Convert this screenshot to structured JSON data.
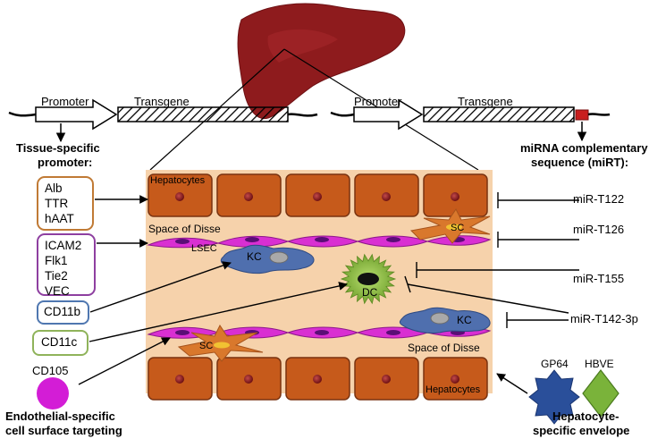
{
  "constructs": {
    "left": {
      "promoter_label": "Promoter",
      "transgene_label": "Transgene",
      "caption_line1": "Tissue-specific",
      "caption_line2": "promoter:"
    },
    "right": {
      "promoter_label": "Promoter",
      "transgene_label": "Transgene",
      "caption_line1": "miRNA complementary",
      "caption_line2": "sequence (miRT):"
    }
  },
  "tissue": {
    "hepatocytes_top": "Hepatocytes",
    "hepatocytes_bottom": "Hepatocytes",
    "space_of_disse_top": "Space of Disse",
    "space_of_disse_bottom": "Space of Disse",
    "cells": {
      "lsec": "LSEC",
      "kc_top": "KC",
      "kc_bottom": "KC",
      "dc": "DC",
      "sc_top": "SC",
      "sc_bottom": "SC"
    }
  },
  "promoters": {
    "hepatocyte": [
      "Alb",
      "TTR",
      "hAAT"
    ],
    "endothelial": [
      "ICAM2",
      "Flk1",
      "Tie2",
      "VEC"
    ],
    "kupffer": "CD11b",
    "dendritic": "CD11c"
  },
  "surface_targeting": {
    "label": "CD105",
    "caption_line1": "Endothelial-specific",
    "caption_line2": "cell surface targeting"
  },
  "envelopes": {
    "gp64": "GP64",
    "hbve": "HBVE",
    "caption_line1": "Hepatocyte-",
    "caption_line2": "specific envelope"
  },
  "mirts": [
    "miR-T122",
    "miR-T126",
    "miR-T155",
    "miR-T142-3p"
  ],
  "colors": {
    "liver": "#8e1b1d",
    "hepatocyte": "#c65a1b",
    "nucleus": "#8b1a1a",
    "disse": "#f6d2ab",
    "lsec": "#d92fd2",
    "kc": "#4f6fae",
    "dc": "#7fb030",
    "sc": "#d9782c",
    "box_orange": "#c07a35",
    "box_purple": "#8e3fa0",
    "box_blue": "#4f77b0",
    "box_green": "#8fb35a",
    "gp64": "#2a4f9a",
    "hbve": "#7ab33a",
    "mirt": "#c81e1e"
  }
}
